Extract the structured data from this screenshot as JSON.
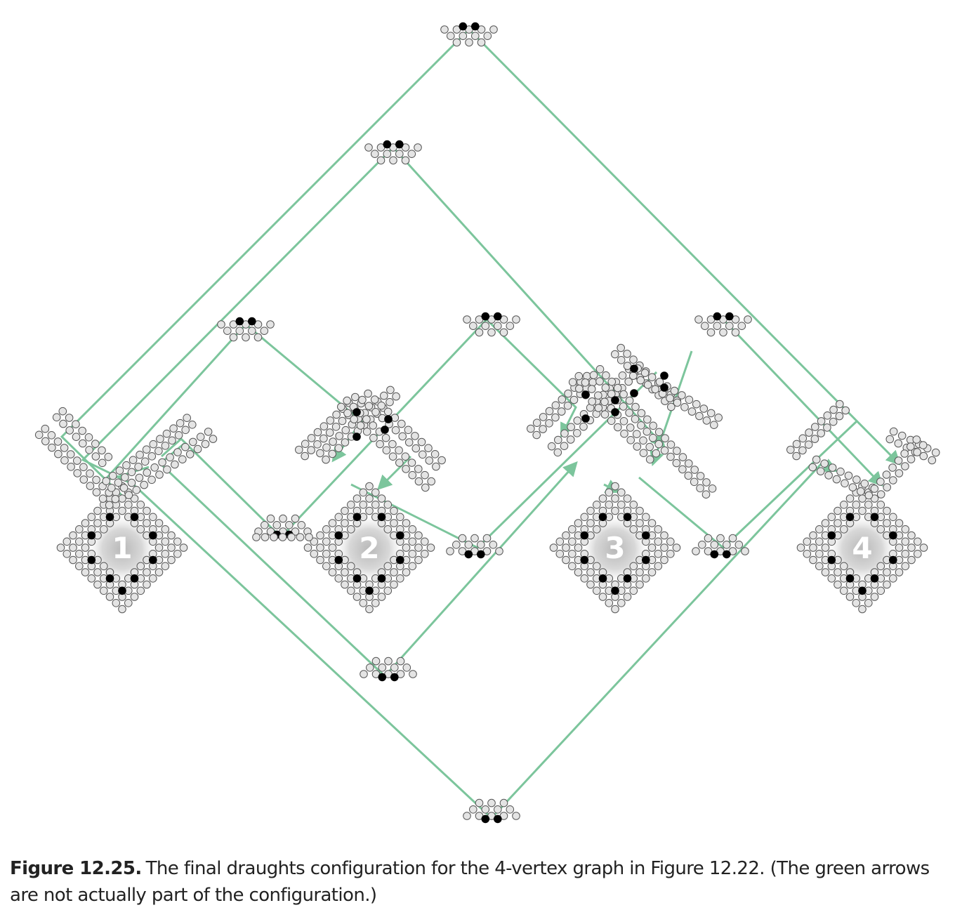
{
  "figure": {
    "label": "Figure 12.25.",
    "caption": "The final draughts configuration for the 4-vertex graph in Figure 12.22. (The green arrows are not actually part of the configuration.)"
  },
  "vertices": [
    {
      "id": 1,
      "label": "1"
    },
    {
      "id": 2,
      "label": "2"
    },
    {
      "id": 3,
      "label": "3"
    },
    {
      "id": 4,
      "label": "4"
    }
  ],
  "colors": {
    "arrow": "#7cc59c",
    "empty_square": "#e4e4e4",
    "piece": "#000000",
    "outline": "#555555"
  }
}
